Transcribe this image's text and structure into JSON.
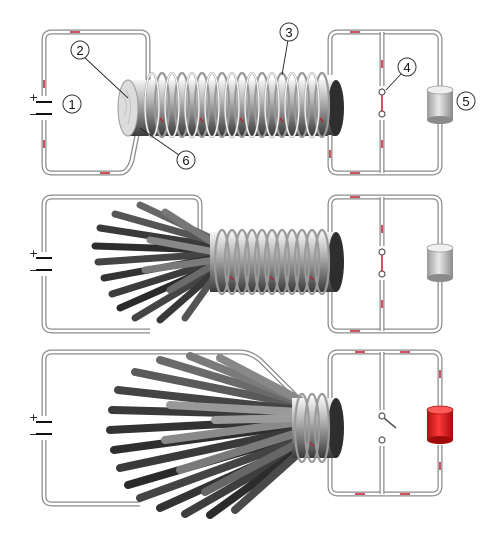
{
  "diagram": {
    "callouts": [
      "1",
      "2",
      "3",
      "4",
      "5",
      "6"
    ],
    "signs": {
      "plus": "+",
      "minus": "−"
    },
    "colors": {
      "wire_outer": "#8a8a8a",
      "wire_inner": "#ffffff",
      "current": "#c0182a",
      "lamp_off": "#c8c8c8",
      "lamp_on": "#e01a1a",
      "fiber_dark": "#2a2a2a",
      "fiber_light": "#8c8c8c"
    },
    "panels": [
      {
        "state": "initial",
        "lamp_lit": false,
        "switch_closed": true
      },
      {
        "state": "core-splaying",
        "lamp_lit": false,
        "switch_closed": true
      },
      {
        "state": "core-withdrawn",
        "lamp_lit": true,
        "switch_closed": false
      }
    ]
  }
}
